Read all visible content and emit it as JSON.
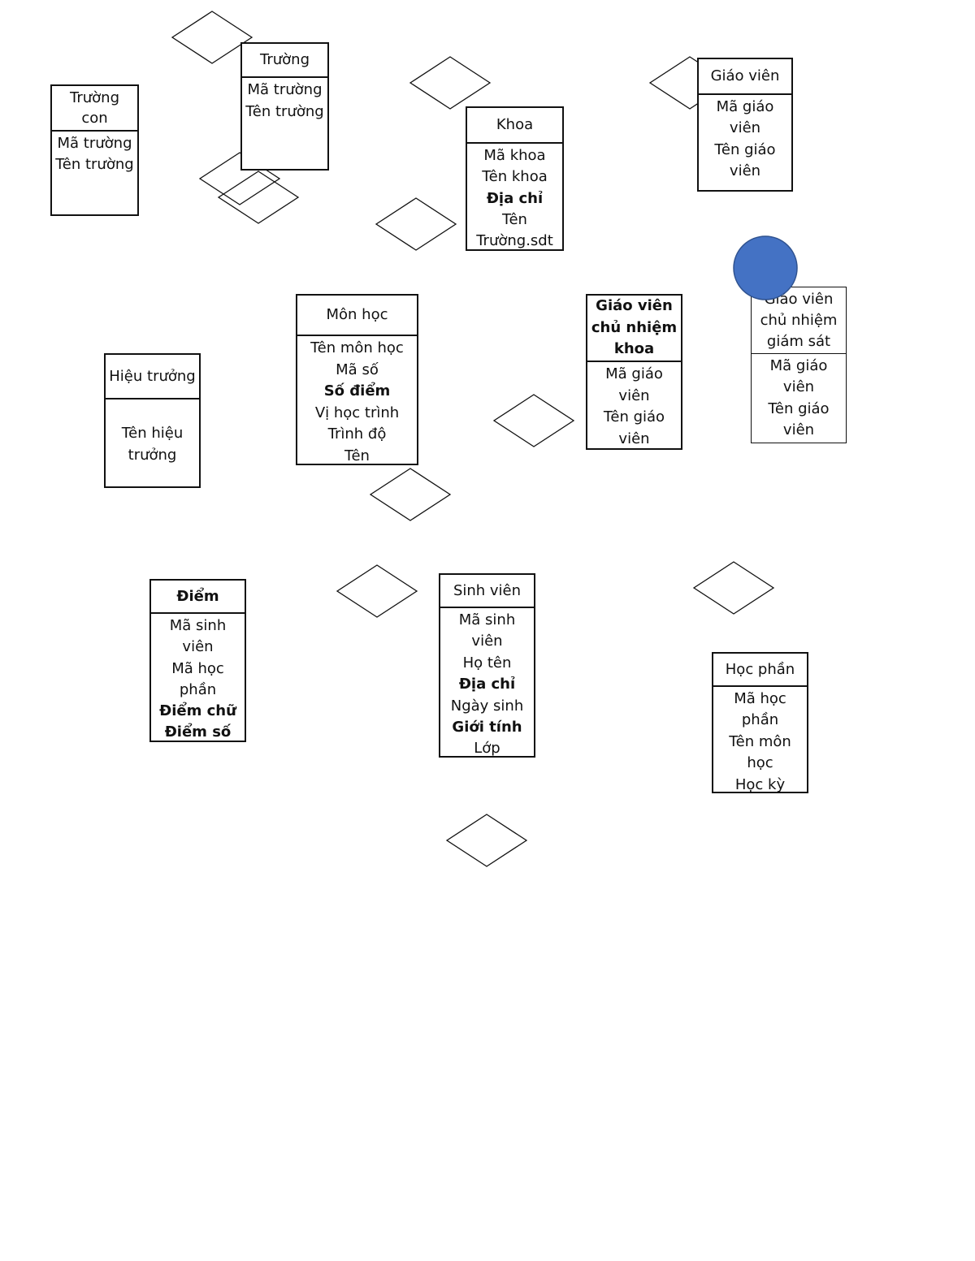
{
  "entities": {
    "truong_con": {
      "title": "Trường con",
      "attrs": [
        "Mã trường",
        "Tên trường"
      ]
    },
    "truong": {
      "title": "Trường",
      "attrs": [
        "Mã trường",
        "Tên trường"
      ]
    },
    "khoa": {
      "title": "Khoa",
      "attrs": [
        "Mã khoa",
        "Tên khoa",
        "Địa chỉ",
        "Tên Trường.sdt"
      ]
    },
    "giao_vien": {
      "title": "Giáo viên",
      "attrs": [
        "Mã giáo viên",
        "Tên giáo viên"
      ]
    },
    "mon_hoc": {
      "title": "Môn học",
      "attrs": [
        "Tên môn học",
        "Mã số",
        "Số điểm",
        "Vị học trình",
        "Trình độ",
        "Tên"
      ]
    },
    "hieu_truong": {
      "title": "Hiệu trưởng",
      "attrs": [
        "Tên hiệu trưởng"
      ]
    },
    "gv_cn_khoa": {
      "title": "Giáo viên chủ nhiệm khoa",
      "attrs": [
        "Mã giáo viên",
        "Tên giáo viên"
      ]
    },
    "gv_cn_giam_sat": {
      "title": "Giáo viên chủ nhiệm giám sát",
      "attrs": [
        "Mã giáo viên",
        "Tên giáo viên"
      ]
    },
    "diem": {
      "title": "Điểm",
      "attrs": [
        "Mã sinh viên",
        "Mã học phần",
        "Điểm chữ",
        "Điểm số"
      ]
    },
    "sinh_vien": {
      "title": "Sinh viên",
      "attrs": [
        "Mã sinh viên",
        "Họ tên",
        "Địa chỉ",
        "Ngày sinh",
        "Giới tính",
        "Lớp"
      ]
    },
    "hoc_phan": {
      "title": "Học phần",
      "attrs": [
        "Mã học phần",
        "Tên môn học",
        "Học kỳ"
      ]
    }
  },
  "colors": {
    "stroke": "#111111",
    "dot": "#4472C4",
    "dot_border": "#2F528F"
  }
}
